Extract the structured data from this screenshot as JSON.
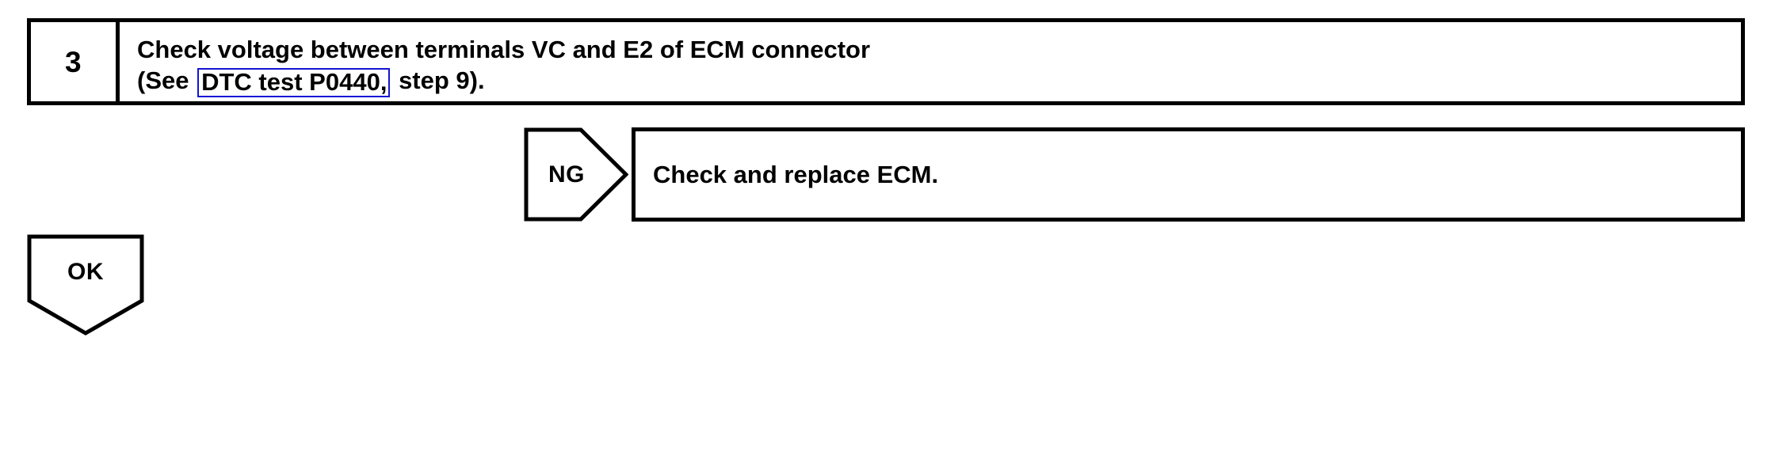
{
  "colors": {
    "ink": "#000000",
    "paper": "#ffffff",
    "link_outline": "#1414d2"
  },
  "step": {
    "number": "3",
    "line1": "Check voltage between terminals VC and E2 of ECM connector",
    "line2_prefix": "(See",
    "line2_link": "DTC test P0440,",
    "line2_suffix": "step 9)."
  },
  "branches": {
    "ng": {
      "label": "NG",
      "result": "Check and replace ECM."
    },
    "ok": {
      "label": "OK"
    }
  }
}
